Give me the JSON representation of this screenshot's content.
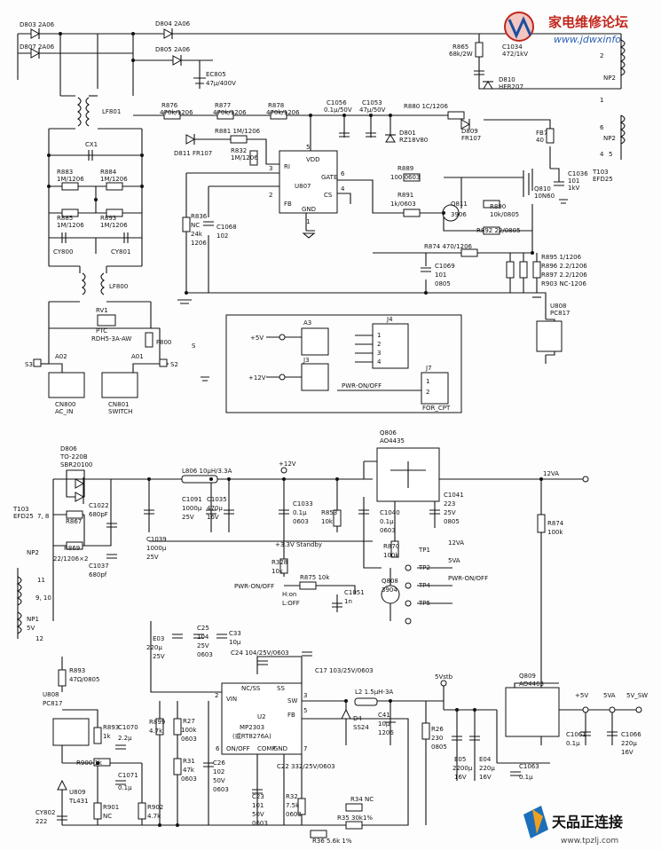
{
  "watermark": {
    "forum": "家电维修论坛",
    "url": "www.jdwxinfo",
    "brand": "天品正连接",
    "brand_url": "www.tpzlj.com"
  },
  "top": {
    "diodes": [
      "D803 2A06",
      "D807 2A06",
      "D804 2A06",
      "D805 2A06"
    ],
    "ec805": [
      "EC805",
      "47μ/400V"
    ],
    "lf801": "LF801",
    "lf800": "LF800",
    "cx1": "CX1",
    "r883": [
      "R883",
      "1M/1206"
    ],
    "r884": [
      "R884",
      "1M/1206"
    ],
    "r885": [
      "R885",
      "1M/1206"
    ],
    "r893": [
      "R893",
      "1M/1206"
    ],
    "cy800": "CY800",
    "cy801": "CY801",
    "rv1": [
      "RV1",
      "PTC",
      "RDH5-3A-AW"
    ],
    "f800": "F800",
    "s3": "S3",
    "a02": "A02",
    "a01": "A01",
    "s2": "S2",
    "s1": "S",
    "cn800": [
      "CN800",
      "AC_IN"
    ],
    "cn801": [
      "CN801",
      "SWITCH"
    ],
    "r876": [
      "R876",
      "470k/1206"
    ],
    "r877": [
      "R877",
      "470k/1206"
    ],
    "r878": [
      "R878",
      "470k/1206"
    ],
    "d811": "D811 FR107",
    "r881": "R881 1M/1206",
    "r832": [
      "R832",
      "1M/1206"
    ],
    "c1056": [
      "C1056",
      "0.1μ/50V"
    ],
    "c1053": [
      "C1053",
      "47μ/50V"
    ],
    "d801": [
      "D801",
      "RZ18V80"
    ],
    "r880": "R880 1C/1206",
    "d809": [
      "D809",
      "FR107"
    ],
    "r865": [
      "R865",
      "68k/2W"
    ],
    "c1034": [
      "C1034",
      "472/1kV"
    ],
    "d810": [
      "D810",
      "HER207"
    ],
    "np2": "NP2",
    "np2b": "NP2",
    "pins": [
      "2",
      "1",
      "6",
      "4",
      "5"
    ],
    "t103": [
      "T103",
      "EFD25"
    ],
    "fb7": [
      "FB7",
      "40"
    ],
    "q810": [
      "Q810",
      "10N60"
    ],
    "c1036": [
      "C1036",
      "101",
      "1kV"
    ],
    "u807": {
      "name": "U807",
      "vdd": "VDD",
      "ri": "RI",
      "fb": "FB",
      "gnd": "GND",
      "gate": "GATE",
      "cs": "CS",
      "p1": "1",
      "p2": "2",
      "p3": "3",
      "p4": "4",
      "p5": "5",
      "p6": "6"
    },
    "r889": [
      "R889",
      "100 0603"
    ],
    "r891": [
      "R891",
      "1k/0603"
    ],
    "q811": [
      "Q811",
      "3906"
    ],
    "r890": [
      "R890",
      "10k/0805"
    ],
    "r892": "R892 22/0805",
    "r836": [
      "R836",
      "NC",
      "24k",
      "1206"
    ],
    "c1068": [
      "C1068",
      "102"
    ],
    "r874": "R874 470/1206",
    "c1069": [
      "C1069",
      "101",
      "0805"
    ],
    "r895": "R895 1/1206",
    "r896": "R896 2.2/1206",
    "r897": "R897 2.2/1206",
    "r903": "R903 NC-1206",
    "u808": [
      "U808",
      "PC817"
    ]
  },
  "conn": {
    "a3": "A3",
    "a3_v": "+5V",
    "j3": "J3",
    "j3_v": "+12V",
    "j4": "J4",
    "j4_pins": [
      "1",
      "2",
      "3",
      "4"
    ],
    "j7": "J7",
    "j7_pins": [
      "1",
      "2"
    ],
    "pwr": "PWR-ON/OFF",
    "pcb": "FOR_CPT"
  },
  "bottom": {
    "d806": [
      "D806",
      "TO-220B",
      "SBR20100"
    ],
    "t103": [
      "T103",
      "EFD25",
      "7, 8"
    ],
    "r867": "R867",
    "r869": "R869",
    "r869v": "22/1206×2",
    "c1022": [
      "C1022",
      "680pF"
    ],
    "c1037": [
      "C1037",
      "680pf"
    ],
    "np2": "NP2",
    "np1": [
      "NP1",
      "5V"
    ],
    "pins": [
      "11",
      "9, 10",
      "12"
    ],
    "l806": "L806 10μH/3.3A",
    "v12": "+12V",
    "c1039": [
      "C1039",
      "1000μ",
      "25V"
    ],
    "c1091": [
      "C1091",
      "1000μ",
      "25V"
    ],
    "c1035": [
      "C1035",
      "470μ",
      "16V"
    ],
    "c1033": [
      "C1033",
      "0.1μ",
      "0603"
    ],
    "r853": [
      "R853",
      "10k"
    ],
    "q806": [
      "Q806",
      "AO4435"
    ],
    "c1040": [
      "C1040",
      "0.1μ",
      "0603"
    ],
    "c1041": [
      "C1041",
      "223",
      "25V",
      "0805"
    ],
    "v12va": "12VA",
    "r874": [
      "R874",
      "100k"
    ],
    "r870": [
      "R870",
      "100k"
    ],
    "v33": "+3.3V Standby",
    "r328": [
      "R328",
      "10k"
    ],
    "pwr": "PWR-ON/OFF",
    "hon": "H:on",
    "loff": "L:OFF",
    "r875": "R875 10k",
    "c1051": [
      "C1051",
      "1n"
    ],
    "q808": [
      "Q808",
      "3904"
    ],
    "tp": [
      "TP1",
      "TP2",
      "TP4",
      "TP5"
    ],
    "tpv": [
      "12VA",
      "5VA",
      "PWR-ON/OFF"
    ],
    "e03": [
      "E03",
      "220μ",
      "25V"
    ],
    "c25": [
      "C25",
      "104",
      "25V",
      "0603"
    ],
    "c33": [
      "C33",
      "10μ"
    ],
    "c24": "C24 104/25V/0603",
    "c17": "C17 103/25V/0603",
    "r893": [
      "R893",
      "47Ω/0805"
    ],
    "u808": [
      "U808",
      "PC817"
    ],
    "r893b": [
      "R893",
      "1k"
    ],
    "c1070": [
      "C1070",
      "2.2μ"
    ],
    "r900": "R900 1k",
    "c1071": [
      "C1071",
      "0.1μ"
    ],
    "u809": [
      "U809",
      "TL431"
    ],
    "r901": [
      "R901",
      "NC"
    ],
    "r902": [
      "R902",
      "4.7k"
    ],
    "cy802": [
      "CY802",
      "222"
    ],
    "r899": [
      "R899",
      "4.7k"
    ],
    "r27": [
      "R27",
      "100k",
      "0603"
    ],
    "r31": [
      "R31",
      "47k",
      "0603"
    ],
    "c26": [
      "C26",
      "102",
      "50V",
      "0603"
    ],
    "u2": {
      "name": "U2",
      "part": "MP2303",
      "alt": "(或RT8276A)",
      "vin": "VIN",
      "nc": "NC/SS",
      "ss": "SS",
      "sw": "SW",
      "fb": "FB",
      "onoff": "ON/OFF",
      "comp": "COMP",
      "gnd": "GND",
      "p2": "2",
      "p3": "3",
      "p5": "5",
      "p6": "6",
      "p7": "7"
    },
    "c22": "C22 332/25V/0603",
    "c23": [
      "C23",
      "101",
      "50V",
      "0603"
    ],
    "r32": [
      "R32",
      "7.5k",
      "0603"
    ],
    "r34": "R34 NC",
    "r35": "R35 30k1%",
    "r36": "R36 5.6k 1%",
    "l2": "L2 1.5μH-3A",
    "d4": [
      "D4",
      "SS24"
    ],
    "c41": [
      "C41",
      "10μ",
      "1206"
    ],
    "v5stb": "5Vstb",
    "r26": [
      "R26",
      "230",
      "0805"
    ],
    "e05": [
      "E05",
      "2200μ",
      "16V"
    ],
    "e04": [
      "E04",
      "220μ",
      "16V"
    ],
    "q809": [
      "Q809",
      "AO4463"
    ],
    "c1063": [
      "C1063",
      "0.1μ"
    ],
    "c1061": [
      "C1061",
      "0.1μ"
    ],
    "c1066": [
      "C1066",
      "220μ",
      "16V"
    ],
    "v5": "+5V",
    "v5va": "5VA",
    "v5sw": "5V_SW"
  }
}
